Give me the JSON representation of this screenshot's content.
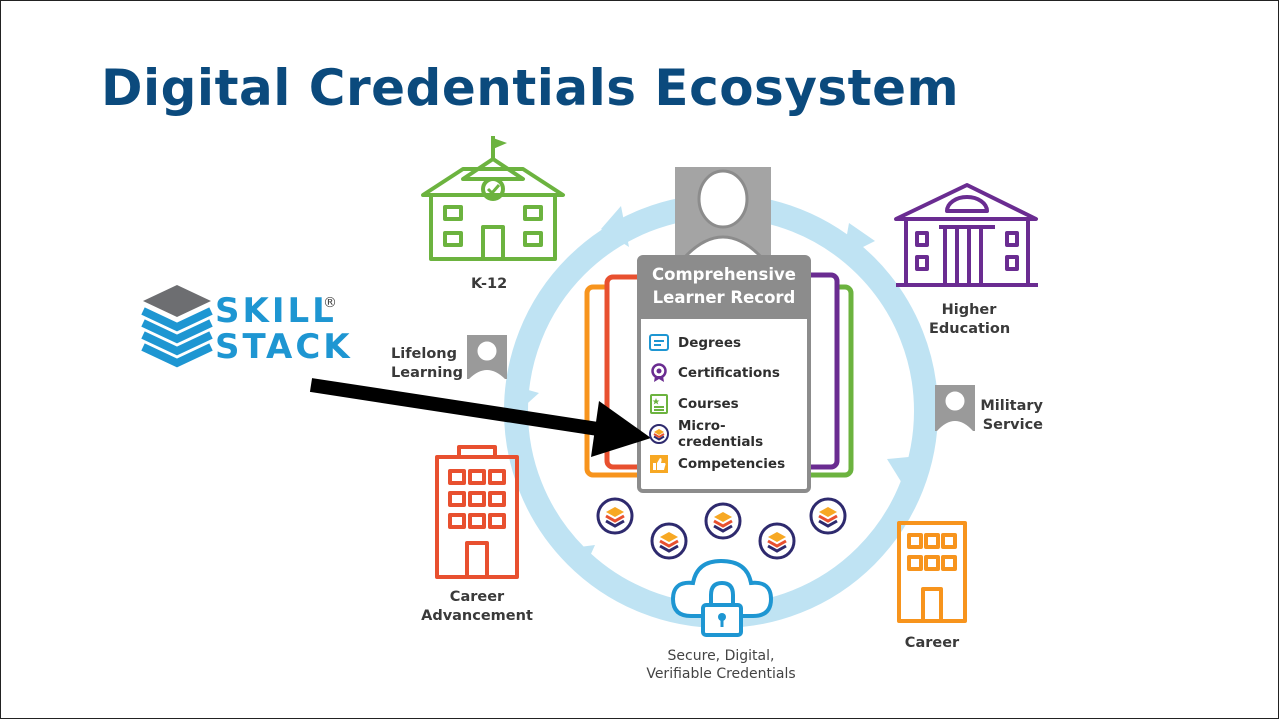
{
  "slide": {
    "title": "Digital Credentials Ecosystem"
  },
  "logo": {
    "line1": "SKILL",
    "line2": "STACK",
    "registered": "®"
  },
  "nodes": {
    "k12": "K-12",
    "higher_education": [
      "Higher",
      "Education"
    ],
    "lifelong_learning": [
      "Lifelong",
      "Learning"
    ],
    "military_service": [
      "Military",
      "Service"
    ],
    "career_advancement": [
      "Career",
      "Advancement"
    ],
    "career": "Career",
    "secure": [
      "Secure, Digital,",
      "Verifiable Credentials"
    ]
  },
  "record": {
    "title": [
      "Comprehensive",
      "Learner Record"
    ],
    "items": [
      {
        "label": "Degrees",
        "icon": "degree-icon",
        "color": "#1e96d2"
      },
      {
        "label": "Certifications",
        "icon": "certification-ribbon-icon",
        "color": "#6a2c91"
      },
      {
        "label": "Courses",
        "icon": "course-icon",
        "color": "#6cb33f"
      },
      {
        "label": "Micro-credentials",
        "icon": "micro-credential-icon",
        "color": "#2e2a6e"
      },
      {
        "label": "Competencies",
        "icon": "thumbs-up-icon",
        "color": "#f7a823"
      }
    ]
  },
  "colors": {
    "title": "#0b4a7d",
    "cycle_arrow": "#bfe3f3",
    "k12": "#6cb33f",
    "higher_education": "#6a2c91",
    "career": "#f7941d",
    "career_advancement": "#e8502f",
    "cloud": "#1e96d2",
    "card_header": "#8c8c8c",
    "pointer_arrow": "#000000"
  }
}
